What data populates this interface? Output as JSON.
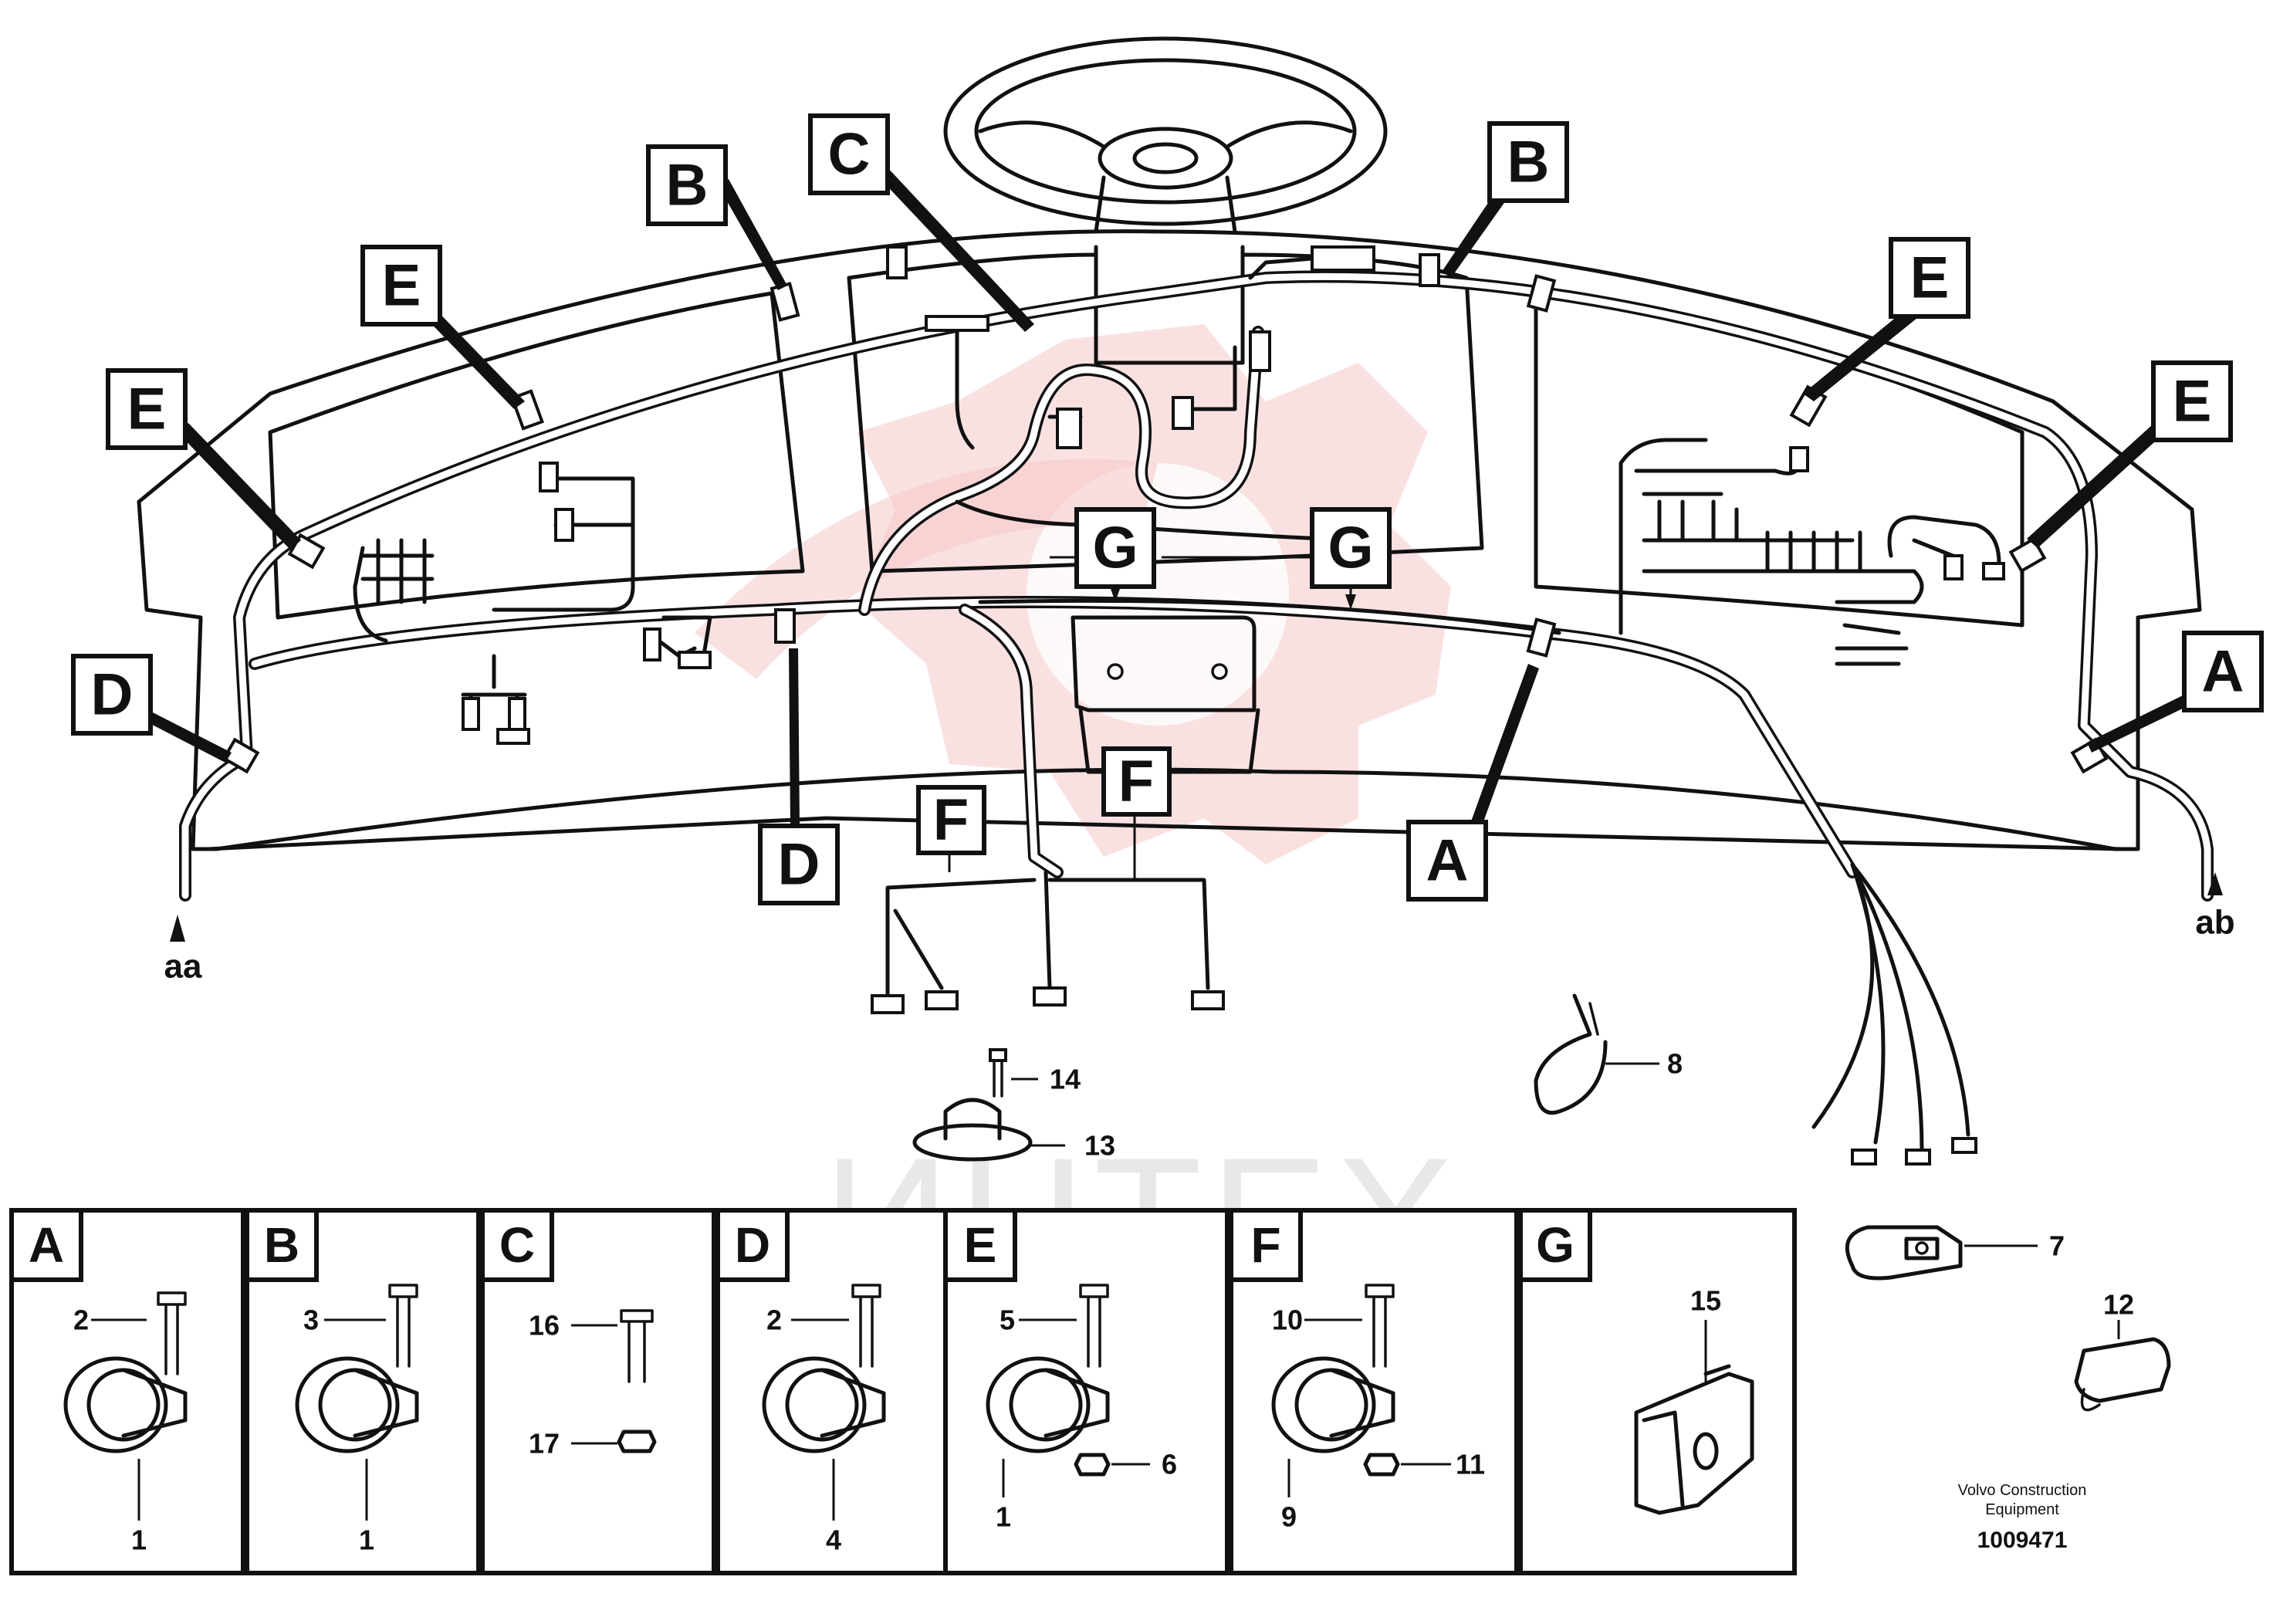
{
  "watermark": {
    "text": "ИНТЕХ"
  },
  "callouts": {
    "a": "A",
    "b": "B",
    "c": "C",
    "d": "D",
    "e": "E",
    "f": "F",
    "g": "G"
  },
  "end_labels": {
    "left": "aa",
    "right": "ab"
  },
  "main_part_numbers": {
    "p7": "7",
    "p8": "8",
    "p12": "12",
    "p13": "13",
    "p14": "14"
  },
  "detail_panels": [
    {
      "label": "A",
      "top_part": "2",
      "bottom_left": "1",
      "bottom_right": ""
    },
    {
      "label": "B",
      "top_part": "3",
      "bottom_left": "1",
      "bottom_right": ""
    },
    {
      "label": "C",
      "top_part": "16",
      "bottom_left": "17",
      "bottom_right": ""
    },
    {
      "label": "D",
      "top_part": "2",
      "bottom_left": "4",
      "bottom_right": ""
    },
    {
      "label": "E",
      "top_part": "5",
      "bottom_left": "1",
      "bottom_right": "6"
    },
    {
      "label": "F",
      "top_part": "10",
      "bottom_left": "9",
      "bottom_right": "11"
    },
    {
      "label": "G",
      "top_part": "15",
      "bottom_left": "",
      "bottom_right": ""
    }
  ],
  "footer": {
    "brand_line1": "Volvo Construction",
    "brand_line2": "Equipment",
    "document_number": "1009471"
  }
}
